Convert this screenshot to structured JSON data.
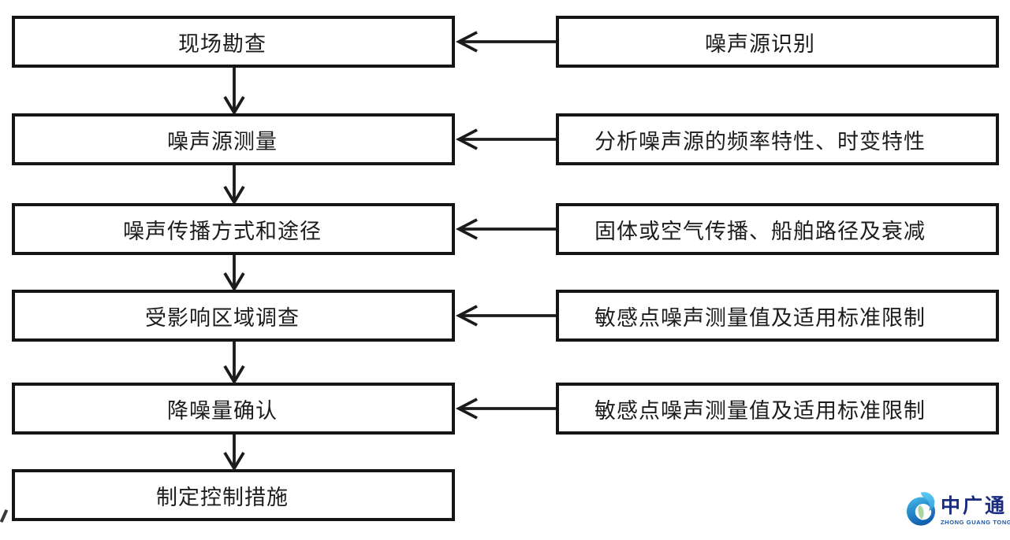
{
  "diagram": {
    "left_steps": [
      {
        "label": "现场勘查"
      },
      {
        "label": "噪声源测量"
      },
      {
        "label": "噪声传播方式和途径"
      },
      {
        "label": "受影响区域调查"
      },
      {
        "label": "降噪量确认"
      },
      {
        "label": "制定控制措施"
      }
    ],
    "right_notes": [
      {
        "label": "噪声源识别"
      },
      {
        "label": "分析噪声源的频率特性、时变特性"
      },
      {
        "label": "固体或空气传播、船舶路径及衰减"
      },
      {
        "label": "敏感点噪声测量值及适用标准限制"
      },
      {
        "label": "敏感点噪声测量值及适用标准限制"
      }
    ]
  },
  "logo": {
    "name": "中广通",
    "subtitle": "ZHONG GUANG TONG"
  },
  "colors": {
    "line": "#151515",
    "text": "#1c1c1c",
    "background": "#ffffff",
    "logo_blue_light": "#4fc0ec",
    "logo_blue_dark": "#1360ae",
    "logo_leaf_green": "#a9d5a4",
    "logo_name_navy": "#1a2a80",
    "logo_subtitle_blue": "#1554ae"
  }
}
